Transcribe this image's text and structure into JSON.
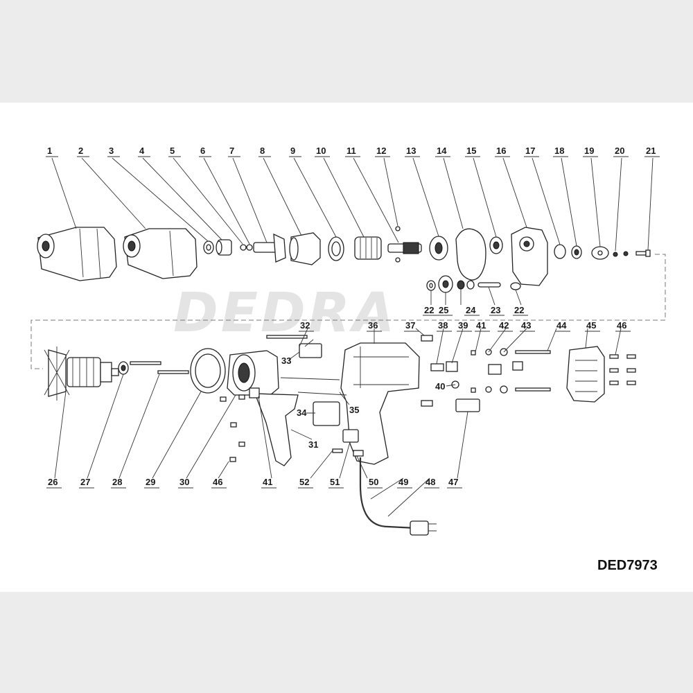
{
  "watermark": "DEDRA",
  "model_code": "DED7973",
  "callouts": {
    "n1": "1",
    "n2": "2",
    "n3": "3",
    "n4": "4",
    "n5": "5",
    "n6": "6",
    "n7": "7",
    "n8": "8",
    "n9": "9",
    "n10": "10",
    "n11": "11",
    "n12": "12",
    "n13": "13",
    "n14": "14",
    "n15": "15",
    "n16": "16",
    "n17": "17",
    "n18": "18",
    "n19": "19",
    "n20": "20",
    "n21": "21",
    "n22a": "22",
    "n25": "25",
    "n24": "24",
    "n23": "23",
    "n22b": "22",
    "n32": "32",
    "n33": "33",
    "n36": "36",
    "n37": "37",
    "n38": "38",
    "n39": "39",
    "n41a": "41",
    "n42": "42",
    "n43": "43",
    "n44": "44",
    "n45": "45",
    "n46a": "46",
    "n34": "34",
    "n35": "35",
    "n40": "40",
    "n31": "31",
    "n26": "26",
    "n27": "27",
    "n28": "28",
    "n29": "29",
    "n30": "30",
    "n46b": "46",
    "n41b": "41",
    "n52": "52",
    "n51": "51",
    "n50": "50",
    "n49": "49",
    "n48": "48",
    "n47": "47"
  }
}
